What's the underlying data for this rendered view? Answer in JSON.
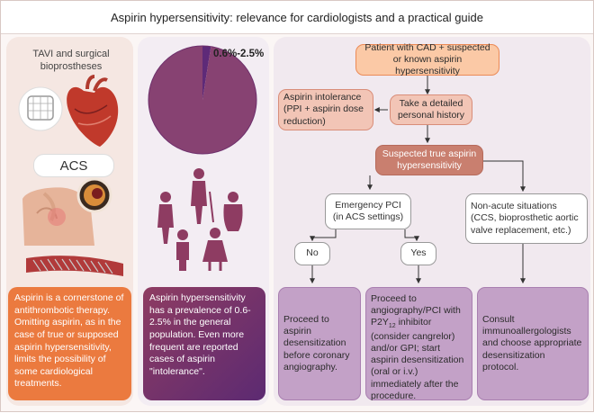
{
  "title": "Aspirin hypersensitivity: relevance for cardiologists and a practical guide",
  "left_panel": {
    "tavi_label": "TAVI and surgical bioprostheses",
    "acs_label": "ACS",
    "bottom_text": "Aspirin is a cornerstone of antithrombotic therapy. Omitting aspirin, as in the case of true or supposed aspirin hypersensitivity, limits the possibility of some cardiological treatments."
  },
  "middle_panel": {
    "pie_label": "0.6%-2.5%",
    "bottom_text": "Aspirin hypersensitivity has a prevalence of 0.6-2.5% in the general population. Even more frequent are reported cases of aspirin \"intolerance\"."
  },
  "chart_data": {
    "type": "pie",
    "slices": [
      {
        "label": "0.6%-2.5%",
        "value": 2.5,
        "color": "#5e2a78"
      },
      {
        "label": "",
        "value": 97.5,
        "color": "#874272"
      }
    ]
  },
  "flow": {
    "start": "Patient with CAD + suspected or known aspirin hypersensitivity",
    "intolerance": "Aspirin intolerance (PPI + aspirin dose reduction)",
    "history": "Take a detailed personal history",
    "suspected": "Suspected true aspirin hypersensitivity",
    "emergency": "Emergency PCI (in ACS settings)",
    "non_acute": "Non-acute situations (CCS, bioprosthetic aortic valve replacement, etc.)",
    "no": "No",
    "yes": "Yes",
    "outcome_no": "Proceed to aspirin desensitization before coronary angiography.",
    "outcome_yes_pre": "Proceed to angiography/PCI with P2Y",
    "outcome_yes_sub": "12",
    "outcome_yes_post": " inhibitor (consider cangrelor) and/or GPI; start aspirin desensitization (oral or i.v.) immediately after the procedure.",
    "outcome_non_acute": "Consult immunoallergologists and choose appropriate desensitization protocol."
  },
  "colors": {
    "orange": "#eb7a3f",
    "purple": "#5c2a72",
    "peach": "#fbc9a6"
  }
}
